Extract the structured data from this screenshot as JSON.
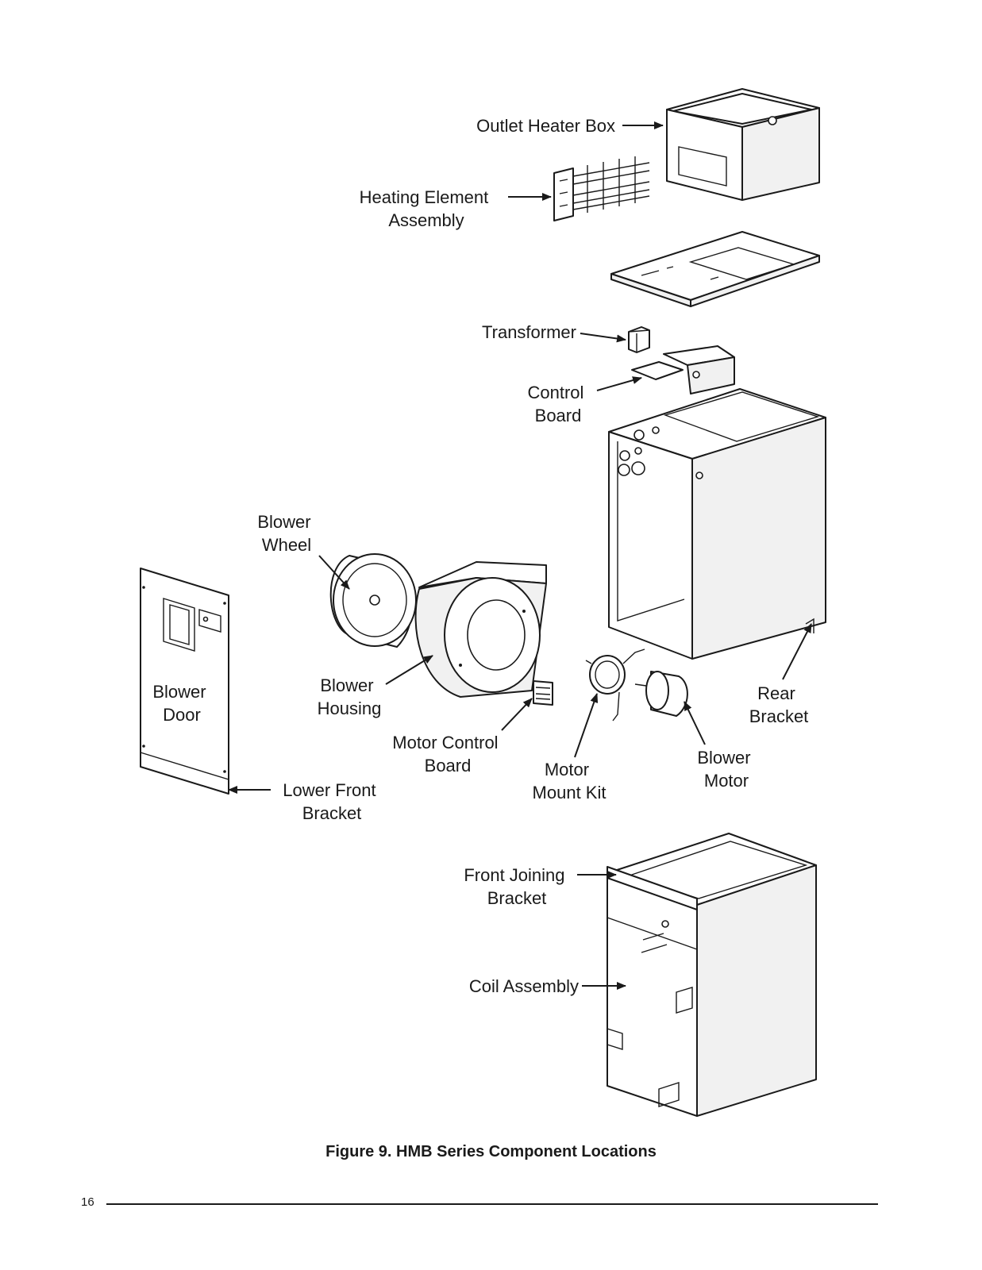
{
  "figure": {
    "caption": "Figure 9. HMB Series Component Locations"
  },
  "labels": {
    "outlet_heater_box": [
      "Outlet Heater Box"
    ],
    "heating_element_assembly": [
      "Heating Element",
      "Assembly"
    ],
    "transformer": [
      "Transformer"
    ],
    "control_board": [
      "Control",
      "Board"
    ],
    "blower_wheel": [
      "Blower",
      "Wheel"
    ],
    "blower_door": [
      "Blower",
      "Door"
    ],
    "blower_housing": [
      "Blower",
      "Housing"
    ],
    "motor_control_board": [
      "Motor Control",
      "Board"
    ],
    "motor_mount_kit": [
      "Motor",
      "Mount Kit"
    ],
    "blower_motor": [
      "Blower",
      "Motor"
    ],
    "rear_bracket": [
      "Rear",
      "Bracket"
    ],
    "lower_front_bracket": [
      "Lower Front",
      "Bracket"
    ],
    "front_joining_bracket": [
      "Front Joining",
      "Bracket"
    ],
    "coil_assembly": [
      "Coil Assembly"
    ]
  },
  "footer": {
    "page_number": "16"
  }
}
